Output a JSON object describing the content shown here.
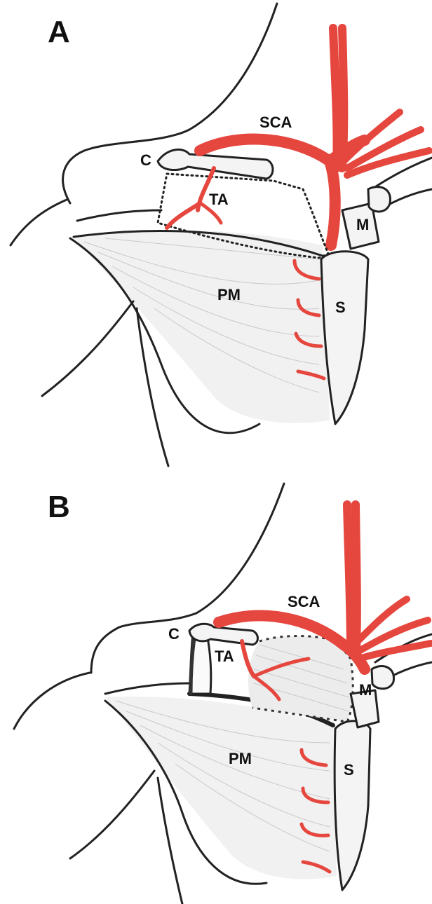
{
  "panels": [
    {
      "letter": "A",
      "labels": {
        "sca": "SCA",
        "c": "C",
        "ta": "TA",
        "m": "M",
        "pm": "PM",
        "s": "S"
      }
    },
    {
      "letter": "B",
      "labels": {
        "sca": "SCA",
        "c": "C",
        "ta": "TA",
        "m": "M",
        "pm": "PM",
        "s": "S"
      }
    }
  ],
  "colors": {
    "artery": "#e5473e",
    "outline": "#222222",
    "muscle": "#f1f1f1"
  }
}
